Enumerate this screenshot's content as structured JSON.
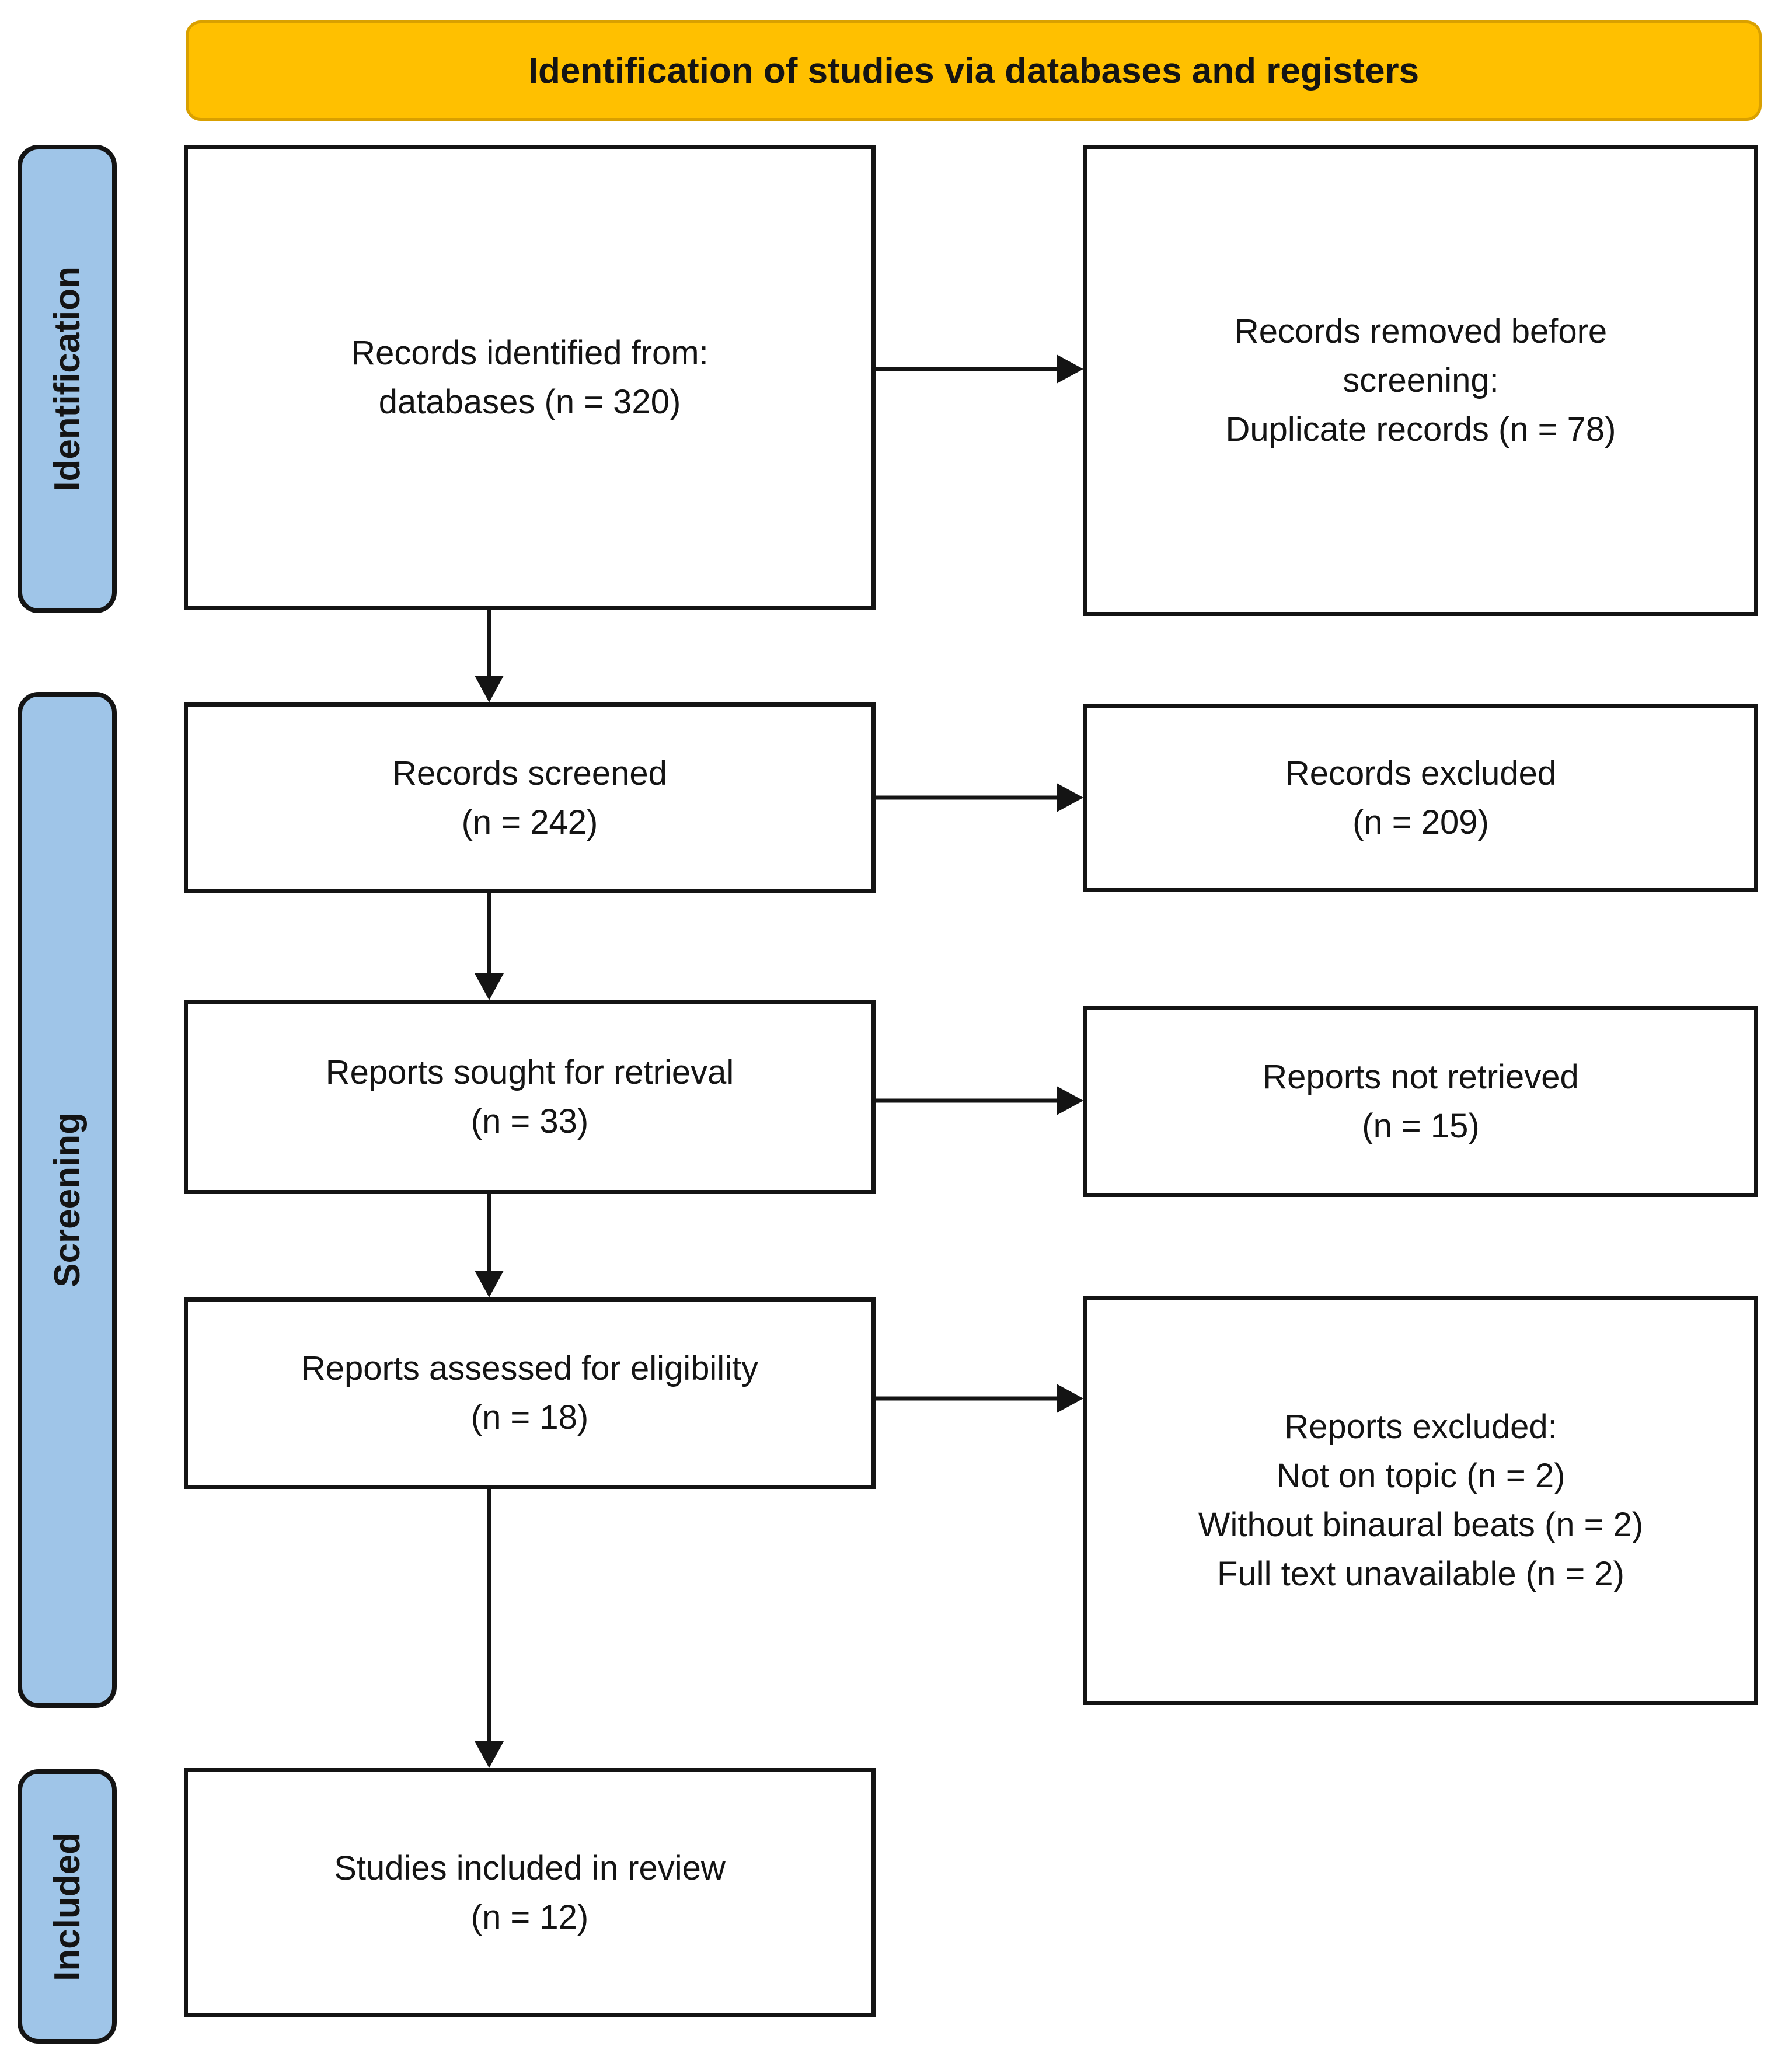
{
  "banner": {
    "title": "Identification of studies via databases and registers"
  },
  "stages": {
    "identification": "Identification",
    "screening": "Screening",
    "included": "Included"
  },
  "boxes": {
    "identified": {
      "line1": "Records identified from:",
      "line2": "databases (n = 320)"
    },
    "removed": {
      "line1": "Records removed before",
      "line2": "screening:",
      "line3": "Duplicate records (n = 78)"
    },
    "screened": {
      "line1": "Records screened",
      "line2": "(n = 242)"
    },
    "records_excluded": {
      "line1": "Records excluded",
      "line2": "(n = 209)"
    },
    "sought": {
      "line1": "Reports sought for retrieval",
      "line2": "(n = 33)"
    },
    "not_retrieved": {
      "line1": "Reports not retrieved",
      "line2": "(n = 15)"
    },
    "assessed": {
      "line1": "Reports assessed for eligibility",
      "line2": "(n = 18)"
    },
    "reports_excluded": {
      "line1": "Reports excluded:",
      "line2": "Not on topic (n = 2)",
      "line3": "Without binaural beats (n = 2)",
      "line4": "Full text unavailable (n = 2)"
    },
    "included_review": {
      "line1": "Studies included in review",
      "line2": "(n = 12)"
    }
  },
  "colors": {
    "banner_fill": "#FFC000",
    "banner_edge": "#D9A000",
    "stage_fill": "#9FC5E8",
    "outline": "#141414",
    "box_fill": "#FFFFFF",
    "text_color": "#141414"
  }
}
